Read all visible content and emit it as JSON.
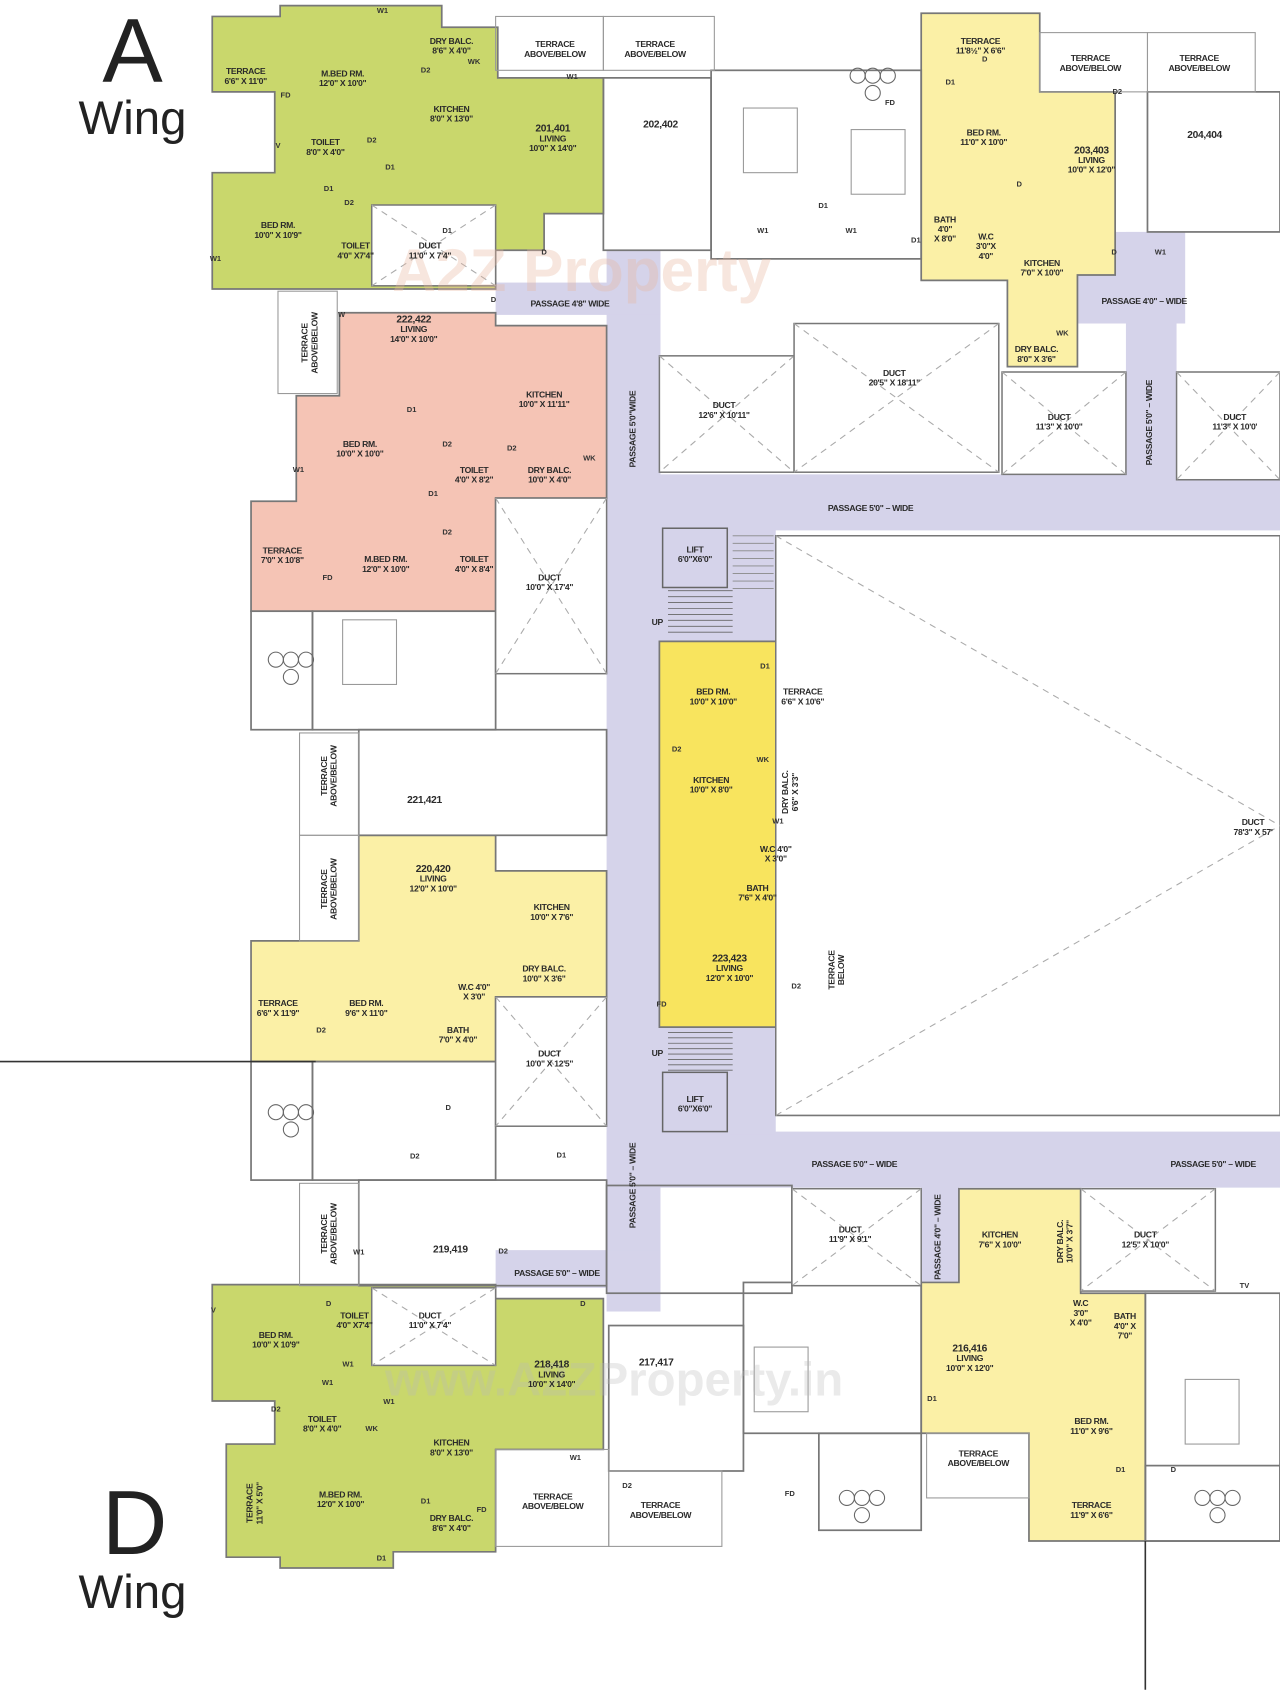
{
  "colors": {
    "wing_green": "#c9d76c",
    "unit_pink": "#f5c4b5",
    "unit_light_yellow": "#fbf0a6",
    "unit_bright_yellow": "#f8e45e",
    "passage_lavender": "#d5d3ea",
    "wall_gray": "#777777"
  },
  "wings": {
    "a": {
      "letter": "A",
      "word": "Wing"
    },
    "d": {
      "letter": "D",
      "word": "Wing"
    }
  },
  "watermarks": [
    "A2Z Property",
    "www.A2ZProperty.in"
  ],
  "rooms": [
    {
      "id": "u201-terrace",
      "lines": [
        "TERRACE",
        "6'6\" X 11'0\""
      ]
    },
    {
      "id": "u201-mbed",
      "lines": [
        "M.BED RM.",
        "12'0\" X 10'0\""
      ]
    },
    {
      "id": "u201-drybalc",
      "lines": [
        "DRY BALC.",
        "8'6\" X 4'0\""
      ]
    },
    {
      "id": "u201-kitchen",
      "lines": [
        "KITCHEN",
        "8'0\" X 13'0\""
      ]
    },
    {
      "id": "u201-living",
      "lines": [
        "201,401",
        "LIVING",
        "10'0\" X 14'0\""
      ]
    },
    {
      "id": "u201-toilet1",
      "lines": [
        "TOILET",
        "8'0\" X 4'0\""
      ]
    },
    {
      "id": "u201-bed",
      "lines": [
        "BED RM.",
        "10'0\" X 10'9\""
      ]
    },
    {
      "id": "u201-toilet2",
      "lines": [
        "TOILET",
        "4'0\" X7'4\""
      ]
    },
    {
      "id": "u201-duct",
      "lines": [
        "DUCT",
        "11'0\" X 7'4\""
      ]
    },
    {
      "id": "terrace-top-1",
      "lines": [
        "TERRACE",
        "ABOVE/BELOW"
      ]
    },
    {
      "id": "terrace-top-2",
      "lines": [
        "TERRACE",
        "ABOVE/BELOW"
      ]
    },
    {
      "id": "passage-4-8",
      "lines": [
        "PASSAGE 4'8\" WIDE"
      ]
    },
    {
      "id": "terrace-left-1",
      "lines": [
        "TERRACE",
        "ABOVE/BELOW"
      ]
    },
    {
      "id": "u222-living",
      "lines": [
        "222,422",
        "LIVING",
        "14'0\" X 10'0\""
      ]
    },
    {
      "id": "u222-kitchen",
      "lines": [
        "KITCHEN",
        "10'0\" X 11'11\""
      ]
    },
    {
      "id": "u222-bed",
      "lines": [
        "BED RM.",
        "10'0\" X 10'0\""
      ]
    },
    {
      "id": "u222-toilet1",
      "lines": [
        "TOILET",
        "4'0\" X 8'2\""
      ]
    },
    {
      "id": "u222-drybalc",
      "lines": [
        "DRY BALC.",
        "10'0\" X 4'0\""
      ]
    },
    {
      "id": "u222-terrace",
      "lines": [
        "TERRACE",
        "7'0\" X 10'8\""
      ]
    },
    {
      "id": "u222-mbed",
      "lines": [
        "M.BED RM.",
        "12'0\" X 10'0\""
      ]
    },
    {
      "id": "u222-toilet2",
      "lines": [
        "TOILET",
        "4'0\" X 8'4\""
      ]
    },
    {
      "id": "duct-left-1",
      "lines": [
        "DUCT",
        "10'0\" X 17'4\""
      ]
    },
    {
      "id": "passage-main-top",
      "lines": [
        "PASSAGE 5'0\"WIDE"
      ]
    },
    {
      "id": "passage-main-bottom",
      "lines": [
        "PASSAGE 5'0\" – WIDE"
      ]
    },
    {
      "id": "u202-no",
      "lines": [
        "202,402"
      ]
    },
    {
      "id": "u203-terrace",
      "lines": [
        "TERRACE",
        "11'8½\" X 6'6\""
      ]
    },
    {
      "id": "u203-bed",
      "lines": [
        "BED RM.",
        "11'0\" X 10'0\""
      ]
    },
    {
      "id": "u203-living",
      "lines": [
        "203,403",
        "LIVING",
        "10'0\" X 12'0\""
      ]
    },
    {
      "id": "u203-bath",
      "lines": [
        "BATH",
        "4'0\"",
        "X 8'0\""
      ]
    },
    {
      "id": "u203-wc",
      "lines": [
        "W.C",
        "3'0\"X",
        "4'0\""
      ]
    },
    {
      "id": "u203-kitchen",
      "lines": [
        "KITCHEN",
        "7'0\" X 10'0\""
      ]
    },
    {
      "id": "u203-drybalc",
      "lines": [
        "DRY BALC.",
        "8'0\" X 3'6\""
      ]
    },
    {
      "id": "terrace-top-3",
      "lines": [
        "TERRACE",
        "ABOVE/BELOW"
      ]
    },
    {
      "id": "terrace-top-4",
      "lines": [
        "TERRACE",
        "ABOVE/BELOW"
      ]
    },
    {
      "id": "u204-no",
      "lines": [
        "204,404"
      ]
    },
    {
      "id": "passage-4-0-top",
      "lines": [
        "PASSAGE 4'0\" – WIDE"
      ]
    },
    {
      "id": "passage-right-vert",
      "lines": [
        "PASSAGE 5'0\" – WIDE"
      ]
    },
    {
      "id": "duct-top-1",
      "lines": [
        "DUCT",
        "12'6\" X 10'11\""
      ]
    },
    {
      "id": "duct-top-2",
      "lines": [
        "DUCT",
        "20'5\" X 18'11\""
      ]
    },
    {
      "id": "duct-top-3",
      "lines": [
        "DUCT",
        "11'3\" X 10'0\""
      ]
    },
    {
      "id": "duct-top-4",
      "lines": [
        "DUCT",
        "11'3\" X 10'0'"
      ]
    },
    {
      "id": "passage-mid-top",
      "lines": [
        "PASSAGE 5'0\" – WIDE"
      ]
    },
    {
      "id": "lift-1",
      "lines": [
        "LIFT",
        "6'0\"X6'0\""
      ]
    },
    {
      "id": "lift-2",
      "lines": [
        "LIFT",
        "6'0\"X6'0\""
      ]
    },
    {
      "id": "up-1",
      "lines": [
        "UP"
      ]
    },
    {
      "id": "up-2",
      "lines": [
        "UP"
      ]
    },
    {
      "id": "u223-bed",
      "lines": [
        "BED RM.",
        "10'0\" X 10'0\""
      ]
    },
    {
      "id": "u223-terrace",
      "lines": [
        "TERRACE",
        "6'6\" X 10'6\""
      ]
    },
    {
      "id": "u223-kitchen",
      "lines": [
        "KITCHEN",
        "10'0\" X 8'0\""
      ]
    },
    {
      "id": "u223-drybalc",
      "lines": [
        "DRY BALC.",
        "6'6\" X 3'3\""
      ]
    },
    {
      "id": "u223-wc",
      "lines": [
        "W.C 4'0\"",
        "X 3'0\""
      ]
    },
    {
      "id": "u223-bath",
      "lines": [
        "BATH",
        "7'6\" X 4'0\""
      ]
    },
    {
      "id": "u223-living",
      "lines": [
        "223,423",
        "LIVING",
        "12'0\" X 10'0\""
      ]
    },
    {
      "id": "terrace-below",
      "lines": [
        "TERRACE",
        "BELOW"
      ]
    },
    {
      "id": "duct-central",
      "lines": [
        "DUCT",
        "78'3\" X 57'"
      ]
    },
    {
      "id": "u221-no",
      "lines": [
        "221,421"
      ]
    },
    {
      "id": "terrace-left-2",
      "lines": [
        "TERRACE",
        "ABOVE/BELOW"
      ]
    },
    {
      "id": "terrace-left-3",
      "lines": [
        "TERRACE",
        "ABOVE/BELOW"
      ]
    },
    {
      "id": "u220-living",
      "lines": [
        "220,420",
        "LIVING",
        "12'0\" X 10'0\""
      ]
    },
    {
      "id": "u220-kitchen",
      "lines": [
        "KITCHEN",
        "10'0\" X 7'6\""
      ]
    },
    {
      "id": "u220-drybalc",
      "lines": [
        "DRY BALC.",
        "10'0\" X 3'6\""
      ]
    },
    {
      "id": "u220-terrace",
      "lines": [
        "TERRACE",
        "6'6\" X 11'9\""
      ]
    },
    {
      "id": "u220-bed",
      "lines": [
        "BED RM.",
        "9'6\" X 11'0\""
      ]
    },
    {
      "id": "u220-wc",
      "lines": [
        "W.C 4'0\"",
        "X 3'0\""
      ]
    },
    {
      "id": "u220-bath",
      "lines": [
        "BATH",
        "7'0\" X 4'0\""
      ]
    },
    {
      "id": "duct-left-2",
      "lines": [
        "DUCT",
        "10'0\" X 12'5\""
      ]
    },
    {
      "id": "passage-mid-bottom-1",
      "lines": [
        "PASSAGE 5'0\" – WIDE"
      ]
    },
    {
      "id": "passage-mid-bottom-2",
      "lines": [
        "PASSAGE 5'0\" – WIDE"
      ]
    },
    {
      "id": "u219-no",
      "lines": [
        "219,419"
      ]
    },
    {
      "id": "terrace-left-4",
      "lines": [
        "TERRACE",
        "ABOVE/BELOW"
      ]
    },
    {
      "id": "passage-bottom-left",
      "lines": [
        "PASSAGE 5'0\" – WIDE"
      ]
    },
    {
      "id": "duct-bottom-1",
      "lines": [
        "DUCT",
        "11'9\" X 9'1\""
      ]
    },
    {
      "id": "passage-4-0-bottom",
      "lines": [
        "PASSAGE 4'0\" – WIDE"
      ]
    },
    {
      "id": "u216-kitchen",
      "lines": [
        "KITCHEN",
        "7'6\" X 10'0\""
      ]
    },
    {
      "id": "u216-drybalc",
      "lines": [
        "DRY BALC.",
        "10'0\" X 3'7\""
      ]
    },
    {
      "id": "duct-bottom-2",
      "lines": [
        "DUCT",
        "12'5\" X 10'0\""
      ]
    },
    {
      "id": "u216-wc",
      "lines": [
        "W.C",
        "3'0\"",
        "X 4'0\""
      ]
    },
    {
      "id": "u216-bath",
      "lines": [
        "BATH",
        "4'0\" X",
        "7'0\""
      ]
    },
    {
      "id": "u216-living",
      "lines": [
        "216,416",
        "LIVING",
        "10'0\" X 12'0\""
      ]
    },
    {
      "id": "u216-bed",
      "lines": [
        "BED RM.",
        "11'0\" X 9'6\""
      ]
    },
    {
      "id": "terrace-bottom-3",
      "lines": [
        "TERRACE",
        "ABOVE/BELOW"
      ]
    },
    {
      "id": "u216-terrace",
      "lines": [
        "TERRACE",
        "11'9\" X 6'6\""
      ]
    },
    {
      "id": "u218-toilet1",
      "lines": [
        "TOILET",
        "4'0\" X7'4\""
      ]
    },
    {
      "id": "u218-duct",
      "lines": [
        "DUCT",
        "11'0\" X 7'4\""
      ]
    },
    {
      "id": "u218-bed",
      "lines": [
        "BED RM.",
        "10'0\" X 10'9\""
      ]
    },
    {
      "id": "u218-living",
      "lines": [
        "218,418",
        "LIVING",
        "10'0\" X 14'0\""
      ]
    },
    {
      "id": "u217-no",
      "lines": [
        "217,417"
      ]
    },
    {
      "id": "u218-toilet2",
      "lines": [
        "TOILET",
        "8'0\" X 4'0\""
      ]
    },
    {
      "id": "u218-kitchen",
      "lines": [
        "KITCHEN",
        "8'0\" X 13'0\""
      ]
    },
    {
      "id": "u218-terrace",
      "lines": [
        "TERRACE",
        "11'0\" X 5'0\""
      ]
    },
    {
      "id": "u218-mbed",
      "lines": [
        "M.BED RM.",
        "12'0\" X 10'0\""
      ]
    },
    {
      "id": "u218-drybalc",
      "lines": [
        "DRY BALC.",
        "8'6\" X 4'0\""
      ]
    },
    {
      "id": "terrace-bottom-1",
      "lines": [
        "TERRACE",
        "ABOVE/BELOW"
      ]
    },
    {
      "id": "terrace-bottom-2",
      "lines": [
        "TERRACE",
        "ABOVE/BELOW"
      ]
    }
  ],
  "markers": [
    "W1",
    "D2",
    "WK",
    "FD",
    "D2",
    "D1",
    "V",
    "D1",
    "D2",
    "D1",
    "W1",
    "D",
    "D",
    "W",
    "D1",
    "D2",
    "WK",
    "D2",
    "W1",
    "D1",
    "D2",
    "FD",
    "W1",
    "FD",
    "D1",
    "D1",
    "W1",
    "W1",
    "D",
    "D",
    "D2",
    "D1",
    "WK",
    "D",
    "W1",
    "D1",
    "D2",
    "WK",
    "W1",
    "D2",
    "FD",
    "D2",
    "D",
    "D1",
    "D2",
    "D2",
    "W1",
    "D",
    "D",
    "W1",
    "D1",
    "D1",
    "V",
    "D2",
    "WK",
    "W1",
    "W1",
    "W1",
    "FD",
    "FD",
    "D2",
    "D1",
    "D1",
    "D",
    "TV"
  ]
}
